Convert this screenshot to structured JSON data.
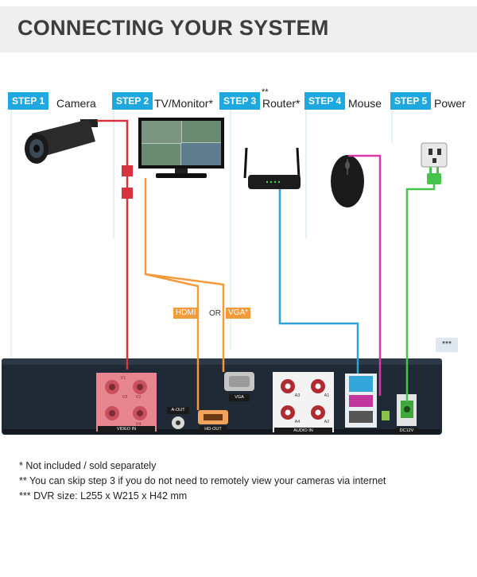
{
  "title": "CONNECTING YOUR SYSTEM",
  "steps": [
    {
      "badge": "STEP 1",
      "name": "Camera"
    },
    {
      "badge": "STEP 2",
      "name": "TV/Monitor*"
    },
    {
      "badge": "STEP 3",
      "name": "Router*",
      "mark": "**"
    },
    {
      "badge": "STEP 4",
      "name": "Mouse"
    },
    {
      "badge": "STEP 5",
      "name": "Power"
    }
  ],
  "video_tags": {
    "hdmi": "HDMI",
    "or": "OR",
    "vga": "VGA*"
  },
  "size_mark": "***",
  "ports": {
    "video_in": "VIDEO IN",
    "a_out": "A-OUT",
    "hd_out": "HD-OUT",
    "vga": "VGA",
    "audio_in": "AUDIO IN",
    "dc12v": "DC12V",
    "v1": "V1",
    "v2": "V2",
    "v3": "V3",
    "v4": "V4",
    "a1": "A1",
    "a2": "A2",
    "a3": "A3",
    "a4": "A4"
  },
  "notes": [
    "* Not included / sold separately",
    "** You can skip step 3 if you do not need to remotely view your cameras via internet",
    "*** DVR size: L255 x W215 x H42 mm"
  ],
  "colors": {
    "step_badge": "#1fa8e0",
    "camera_cable": "#d8343f",
    "hdmi_cable": "#f39a3a",
    "network_cable": "#2aa3d8",
    "mouse_cable": "#d63aa8",
    "power_cable": "#47c24a",
    "dvr_body": "#1f2a36"
  },
  "icons": [
    "camera-icon",
    "monitor-icon",
    "router-icon",
    "mouse-icon",
    "power-socket-icon",
    "power-plug-icon"
  ]
}
